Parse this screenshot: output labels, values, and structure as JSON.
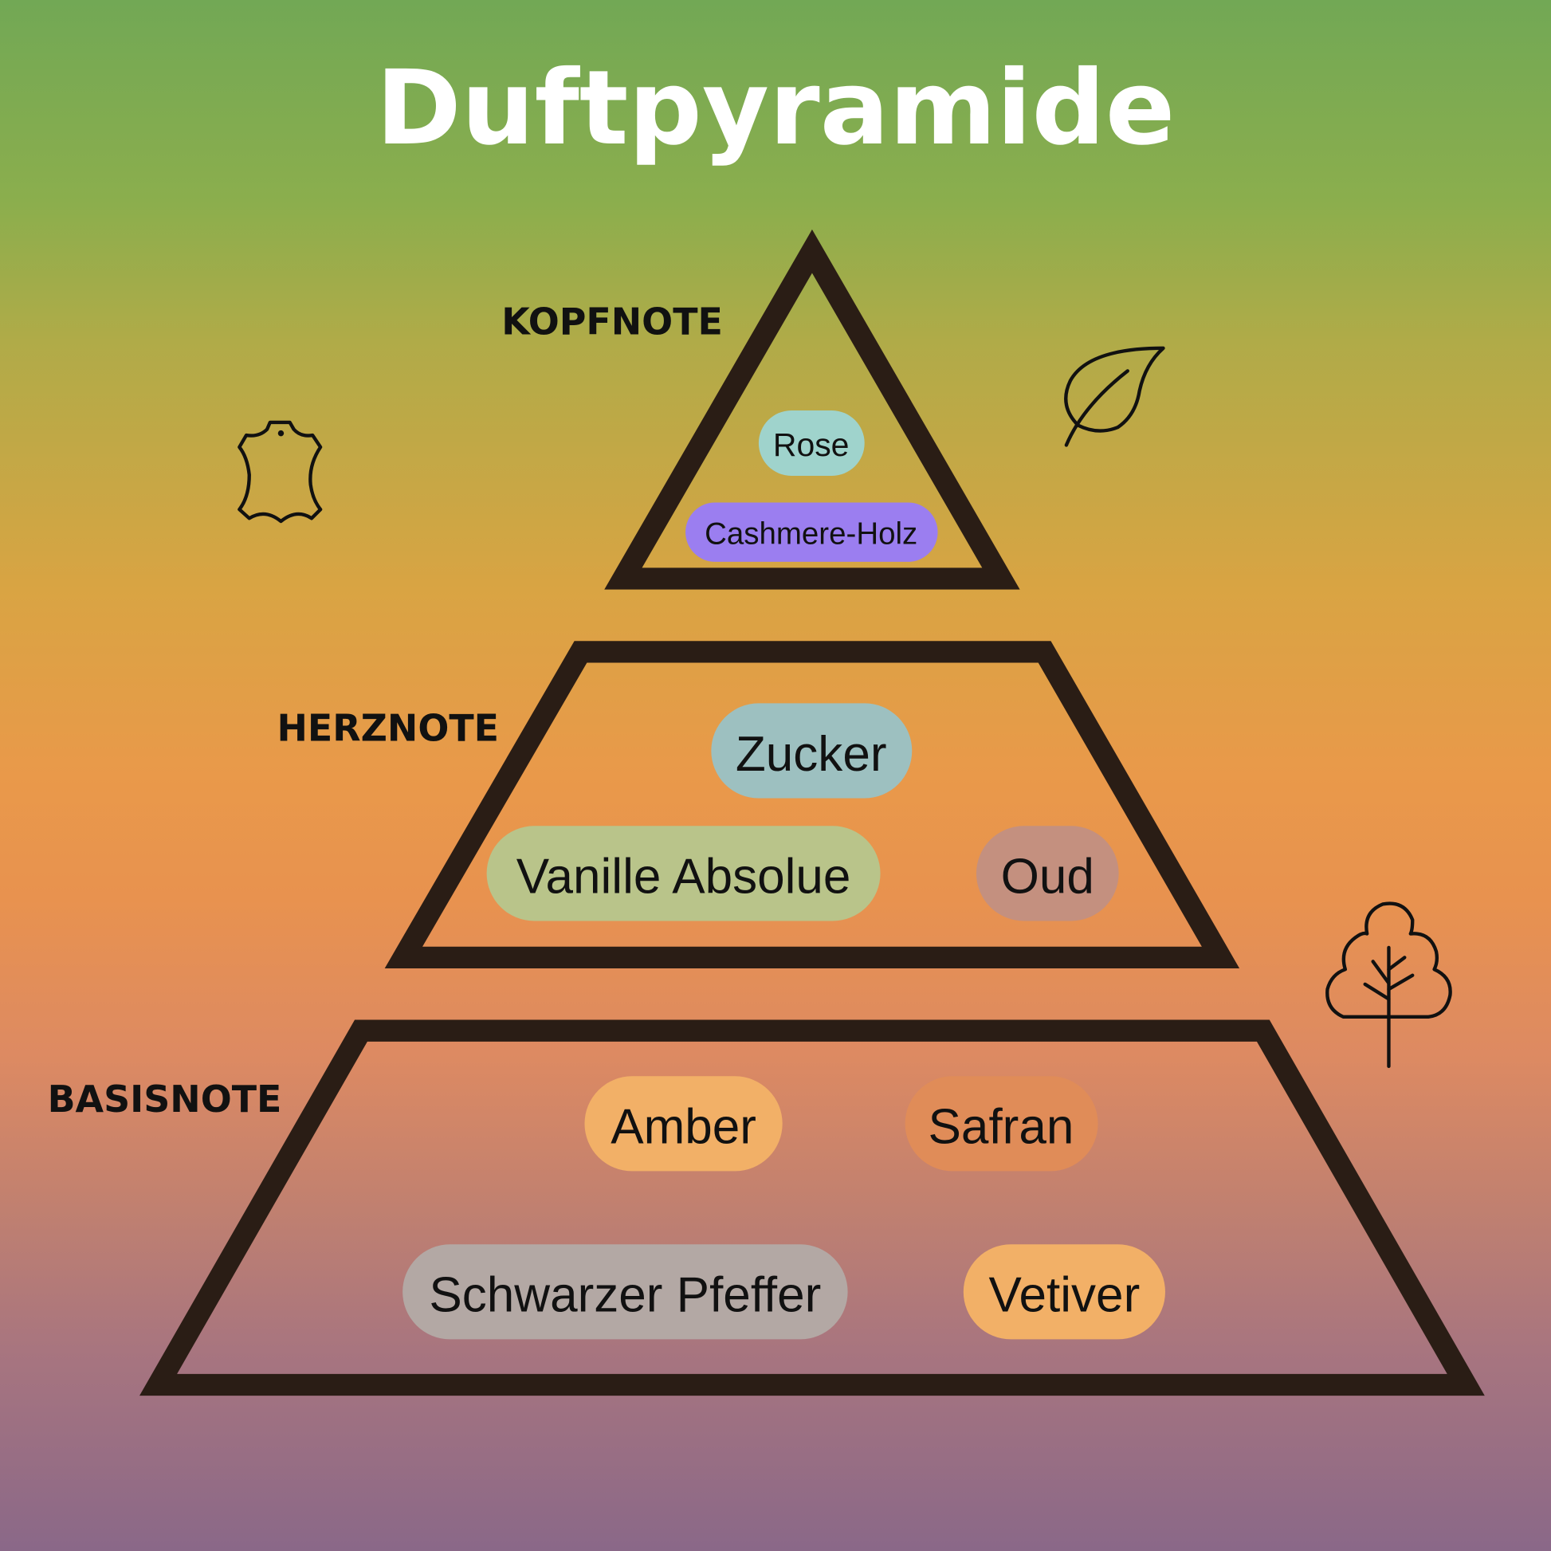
{
  "title": "Duftpyramide",
  "levels": {
    "top": {
      "label": "KOPFNOTE",
      "notes": [
        "Rose",
        "Cashmere-Holz"
      ]
    },
    "middle": {
      "label": "HERZNOTE",
      "notes": [
        "Zucker",
        "Vanille Absolue",
        "Oud"
      ]
    },
    "base": {
      "label": "BASISNOTE",
      "notes": [
        "Amber",
        "Safran",
        "Schwarzer Pfeffer",
        "Vetiver"
      ]
    }
  },
  "colors": {
    "frame": "#2a1d15",
    "rose": "#9fd3cc",
    "cashmere": "#9b7ef0",
    "zucker": "#9dc0c0",
    "vanille": "#b9c48a",
    "oud": "#c4907f",
    "amber": "#f2b067",
    "safran": "#e08c58",
    "pfeffer": "#b3a8a4",
    "vetiver": "#f2b067"
  },
  "icons": [
    "leather-icon",
    "leaf-icon",
    "tree-icon"
  ]
}
